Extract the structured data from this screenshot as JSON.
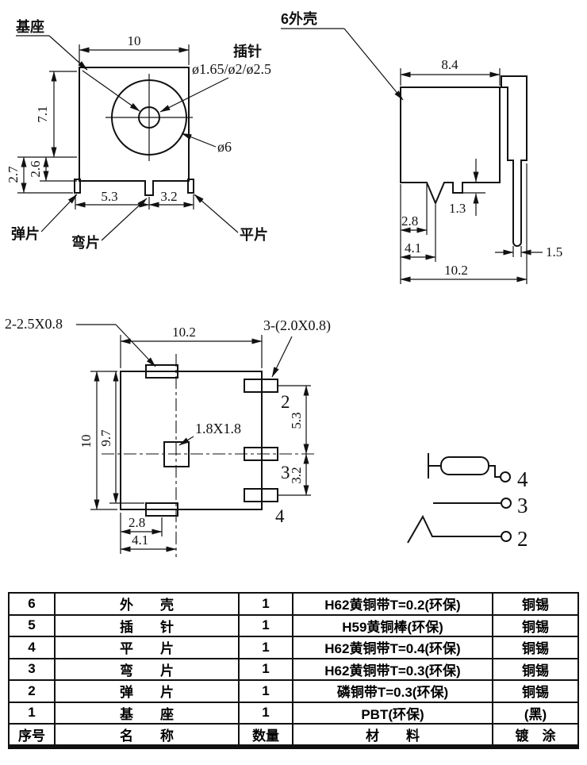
{
  "front_view": {
    "label_base": "基座",
    "label_pin": "插针",
    "pin_diameters": "ø1.65/ø2/ø2.5",
    "dia_6": "ø6",
    "dim_width": "10",
    "dim_71": "7.1",
    "dim_27": "2.7",
    "dim_26": "2.6",
    "dim_53": "5.3",
    "dim_32": "3.2",
    "label_spring": "弹片",
    "label_bend": "弯片",
    "label_flat": "平片"
  },
  "side_view": {
    "label_shell": "6外壳",
    "dim_84": "8.4",
    "dim_28": "2.8",
    "dim_13": "1.3",
    "dim_41": "4.1",
    "dim_15": "1.5",
    "dim_102": "10.2"
  },
  "bottom_view": {
    "label_pads_left": "2-2.5X0.8",
    "label_pads_right": "3-(2.0X0.8)",
    "dim_102": "10.2",
    "dim_10": "10",
    "dim_97": "9.7",
    "label_center_hole": "1.8X1.8",
    "dim_53": "5.3",
    "dim_32": "3.2",
    "dim_28": "2.8",
    "dim_41": "4.1",
    "pin_2": "2",
    "pin_3": "3",
    "pin_4": "4"
  },
  "schematic": {
    "pin_4": "4",
    "pin_3": "3",
    "pin_2": "2"
  },
  "bom_table": {
    "rows": [
      {
        "no": "6",
        "name": "外　　壳",
        "qty": "1",
        "material": "H62黄铜带T=0.2(环保)",
        "plating": "铜锡"
      },
      {
        "no": "5",
        "name": "插　　针",
        "qty": "1",
        "material": "H59黄铜棒(环保)",
        "plating": "铜锡"
      },
      {
        "no": "4",
        "name": "平　　片",
        "qty": "1",
        "material": "H62黄铜带T=0.4(环保)",
        "plating": "铜锡"
      },
      {
        "no": "3",
        "name": "弯　　片",
        "qty": "1",
        "material": "H62黄铜带T=0.3(环保)",
        "plating": "铜锡"
      },
      {
        "no": "2",
        "name": "弹　　片",
        "qty": "1",
        "material": "磷铜带T=0.3(环保)",
        "plating": "铜锡"
      },
      {
        "no": "1",
        "name": "基　　座",
        "qty": "1",
        "material": "PBT(环保)",
        "plating": "(黑)"
      },
      {
        "no": "序号",
        "name": "名　　称",
        "qty": "数量",
        "material": "材　　料",
        "plating": "镀　涂"
      }
    ]
  }
}
